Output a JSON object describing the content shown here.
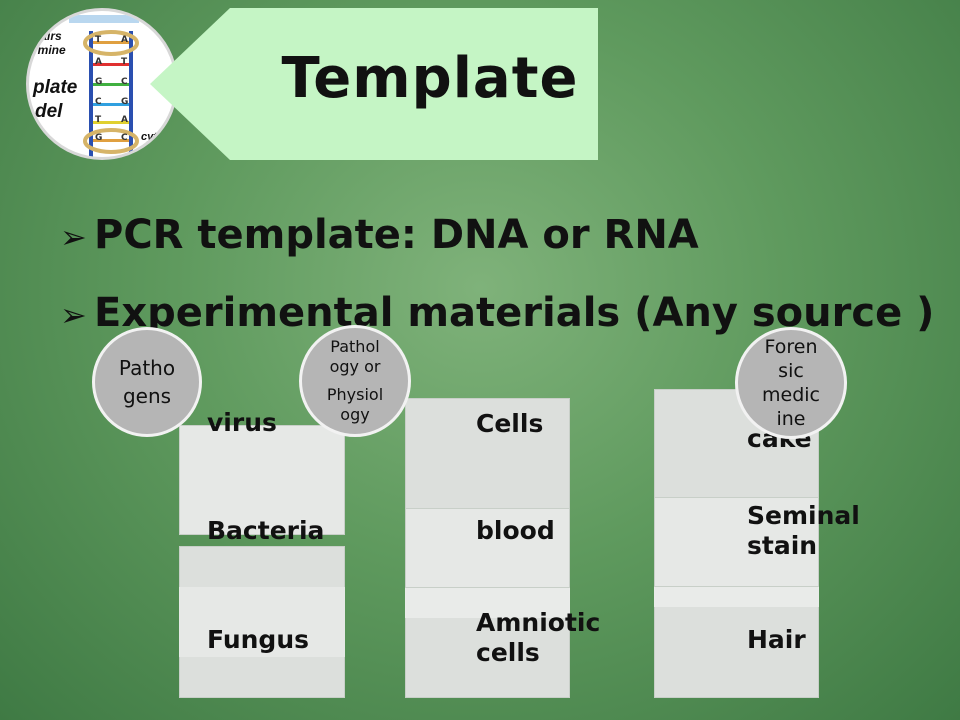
{
  "slide": {
    "title": "Template",
    "logo": {
      "words": [
        "pairs",
        "ymine",
        "plate",
        "del",
        "cyt"
      ],
      "base_letters": [
        "T",
        "A",
        "A",
        "T",
        "G",
        "C",
        "C",
        "G",
        "T",
        "A",
        "G",
        "C"
      ]
    },
    "bullets": [
      "PCR template:  DNA or RNA",
      "Experimental materials (Any source )"
    ],
    "circles": {
      "pathogens": "Patho gens",
      "pathology": [
        "Pathol",
        "ogy or",
        "Physiol",
        "ogy"
      ],
      "forensic": [
        "Foren",
        "sic",
        "medic",
        "ine"
      ]
    },
    "column1": [
      "virus",
      "Bacteria",
      "Fungus"
    ],
    "column2": [
      "Cells",
      "blood",
      "Amniotic cells"
    ],
    "column3": [
      "Blood cake",
      "Seminal stain",
      "Hair"
    ],
    "colors": {
      "banner_fill": "#c5f5c5",
      "circle_fill": "#b5b5b5",
      "background": "#5f9a5e"
    }
  }
}
